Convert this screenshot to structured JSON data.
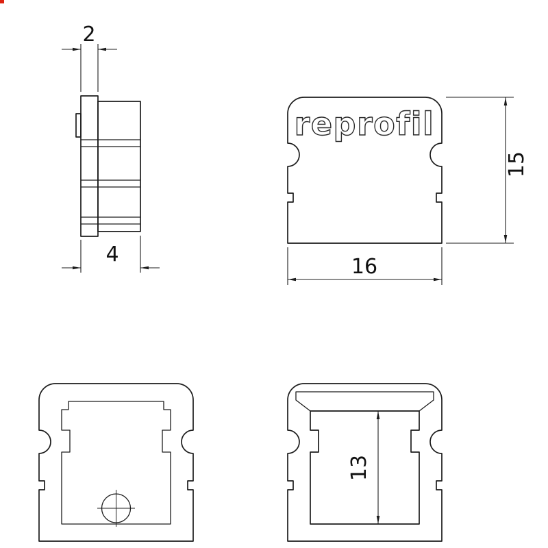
{
  "logo": "reprofil",
  "dims": {
    "flange_width": "2",
    "cap_depth": "4",
    "profile_width": "16",
    "profile_height": "15",
    "inner_height": "13"
  },
  "colors": {
    "line": "#1c1c1c",
    "fill_light": "#c9c9c9",
    "fill_dark": "#8e8e8e",
    "artifact_red": "#dd2211"
  }
}
